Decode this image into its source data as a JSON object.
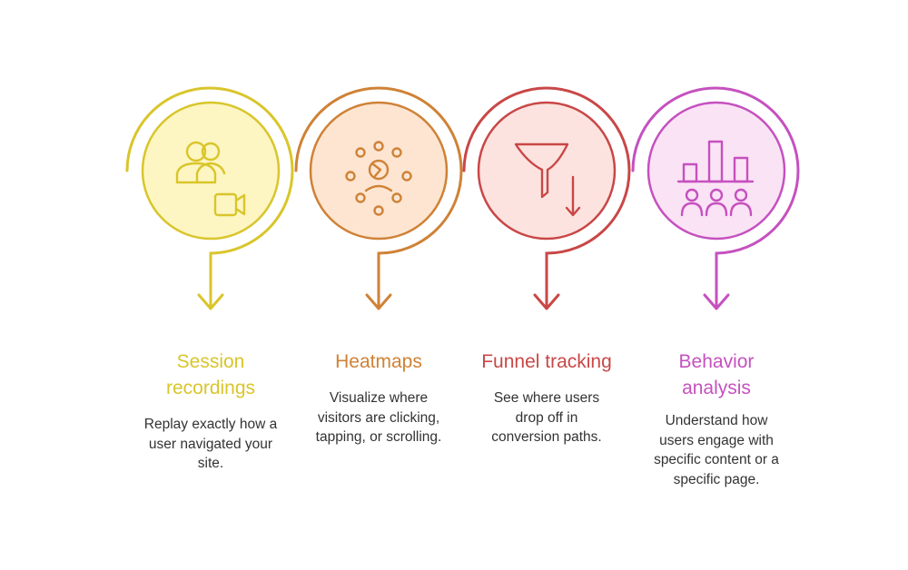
{
  "steps": [
    {
      "label": "Session\nrecordings",
      "description": "Replay exactly how a\nuser navigated your\nsite.",
      "icon": "users-video-camera-icon",
      "color": "#d9c52b",
      "fill": "#fdf6c2"
    },
    {
      "label": "Heatmaps",
      "description": "Visualize where\nvisitors are clicking,\ntapping, or scrolling.",
      "icon": "heatmap-person-dots-icon",
      "color": "#cf8236",
      "fill": "#fde5d2"
    },
    {
      "label": "Funnel tracking",
      "description": "See where users\ndrop off in\nconversion paths.",
      "icon": "funnel-down-arrow-icon",
      "color": "#c94747",
      "fill": "#fde3df"
    },
    {
      "label": "Behavior\nanalysis",
      "description": "Understand how\nusers engage with\nspecific content or a\nspecific page.",
      "icon": "bar-chart-users-icon",
      "color": "#c551bf",
      "fill": "#fbe3f6"
    }
  ]
}
